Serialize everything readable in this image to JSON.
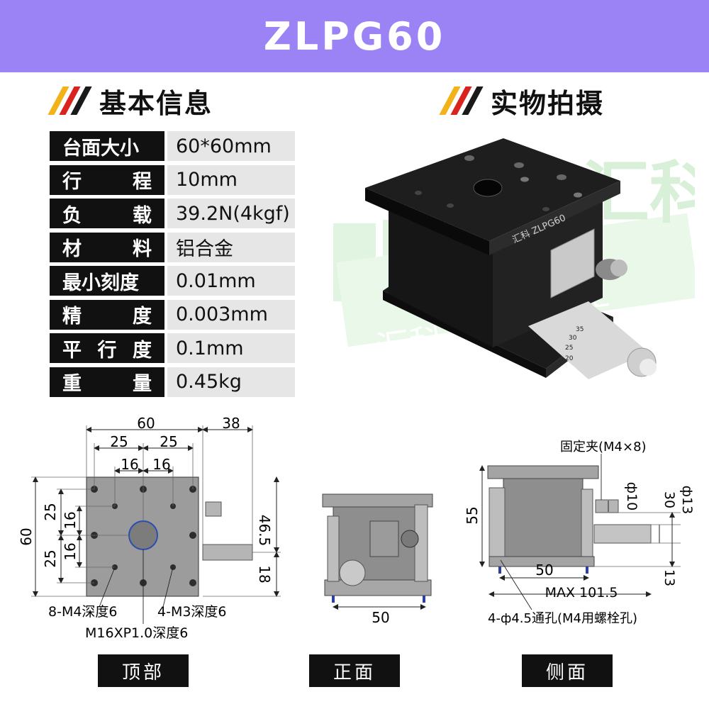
{
  "header": {
    "title": "ZLPG60"
  },
  "sections": {
    "basic_info": "基本信息",
    "photo": "实物拍摄"
  },
  "stripe_colors": [
    "#f2b21a",
    "#d8231f",
    "#1a1a1a"
  ],
  "specs": [
    {
      "label": "台面大小",
      "value": "60*60mm",
      "spread": false
    },
    {
      "label": "行程",
      "value": "10mm",
      "spread": true,
      "chars": [
        "行",
        "程"
      ]
    },
    {
      "label": "负载",
      "value": "39.2N(4kgf)",
      "spread": true,
      "chars": [
        "负",
        "载"
      ]
    },
    {
      "label": "材料",
      "value": "铝合金",
      "spread": true,
      "chars": [
        "材",
        "料"
      ]
    },
    {
      "label": "最小刻度",
      "value": "0.01mm",
      "spread": false
    },
    {
      "label": "精度",
      "value": "0.003mm",
      "spread": true,
      "chars": [
        "精",
        "度"
      ]
    },
    {
      "label": "平行度",
      "value": "0.1mm",
      "spread": true,
      "chars": [
        "平",
        "行",
        "度"
      ]
    },
    {
      "label": "重量",
      "value": "0.45kg",
      "spread": true,
      "chars": [
        "重",
        "量"
      ]
    }
  ],
  "photo": {
    "product_label": "汇科 ZLPG60",
    "watermark_brand": "汇科",
    "watermark_store": "汇科官方旗舰店",
    "micrometer_ticks": [
      "35",
      "30",
      "25",
      "20"
    ]
  },
  "top_view": {
    "dims": {
      "width": "60",
      "offset": "38",
      "half_a": "25",
      "half_b": "25",
      "inner_a": "16",
      "inner_b": "16",
      "height": "60",
      "v25a": "25",
      "v16a": "16",
      "v16b": "16",
      "v25b": "25",
      "v465": "46.5",
      "v18": "18"
    },
    "note_m4": "8-M4深度6",
    "note_m3": "4-M3深度6",
    "note_m16": "M16XP1.0深度6",
    "label": "顶部"
  },
  "front_view": {
    "dim_50": "50",
    "label": "正面"
  },
  "side_view": {
    "clamp_note": "固定夹(M4×8)",
    "dim_55": "55",
    "dim_phi10": "ф10",
    "dim_phi13": "ф13",
    "dim_30": "30",
    "dim_13": "13",
    "dim_50": "50",
    "dim_max": "MAX 101.5",
    "hole_note": "4-ф4.5通孔(M4用螺栓孔)",
    "label": "侧面"
  }
}
